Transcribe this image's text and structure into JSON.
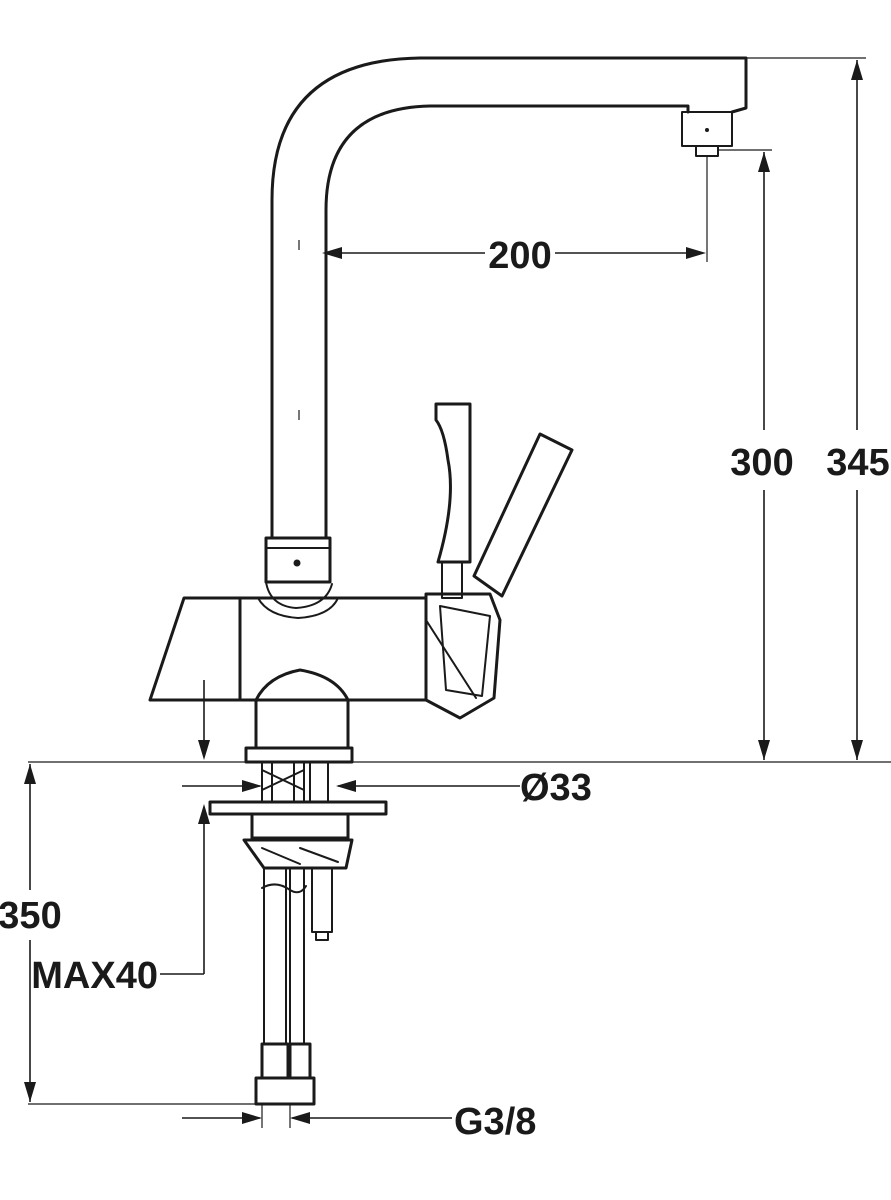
{
  "dimensions": {
    "spout_reach": "200",
    "outlet_height": "300",
    "total_height": "345",
    "base_diameter": "Ø33",
    "hose_length": "350",
    "max_worktop": "MAX40",
    "connection_thread": "G3/8"
  }
}
